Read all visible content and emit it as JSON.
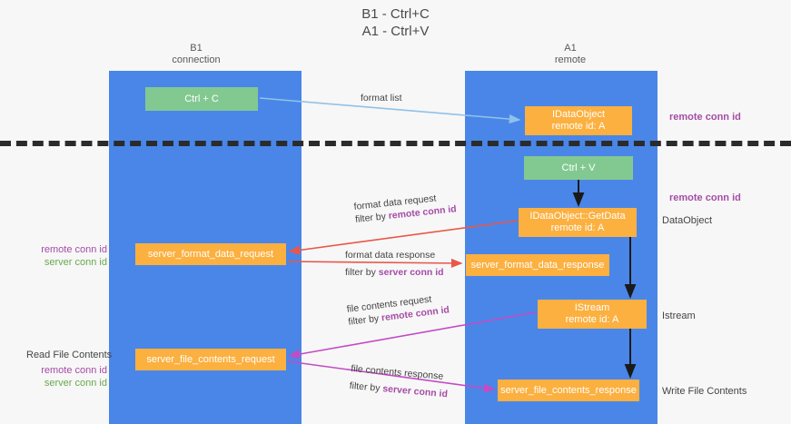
{
  "title": {
    "line1": "B1 - Ctrl+C",
    "line2": "A1 - Ctrl+V"
  },
  "columns": [
    {
      "name": "B1",
      "sub": "connection"
    },
    {
      "name": "A1",
      "sub": "remote"
    }
  ],
  "nodes": {
    "ctrl_c": {
      "label": "Ctrl + C",
      "color": "#82c991"
    },
    "ctrl_v": {
      "label": "Ctrl + V",
      "color": "#82c991"
    },
    "idataobject": {
      "label": "IDataObject",
      "sub": "remote id: A",
      "color": "#fbb040"
    },
    "getdata": {
      "label": "IDataObject::GetData",
      "sub": "remote id: A",
      "color": "#fbb040"
    },
    "istream": {
      "label": "IStream",
      "sub": "remote id: A",
      "color": "#fbb040"
    },
    "server_format_data_request": {
      "label": "server_format_data_request",
      "color": "#fbb040"
    },
    "server_format_data_response": {
      "label": "server_format_data_response",
      "color": "#fbb040"
    },
    "server_file_contents_request": {
      "label": "server_file_contents_request",
      "color": "#fbb040"
    },
    "server_file_contents_response": {
      "label": "server_file_contents_response",
      "color": "#fbb040"
    }
  },
  "edge_labels": {
    "format_list": "format list",
    "format_data_request": "format data request",
    "format_data_request_filter_prefix": "filter by ",
    "format_data_request_filter_key": "remote conn id",
    "format_data_response": "format data response",
    "format_data_response_filter_prefix": "filter by ",
    "format_data_response_filter_key": "server conn id",
    "file_contents_request": "file contents request",
    "file_contents_request_filter_prefix": "filter by ",
    "file_contents_request_filter_key": "remote conn id",
    "file_contents_response": "file contents response",
    "file_contents_response_filter_prefix": "filter by ",
    "file_contents_response_filter_key": "server conn id"
  },
  "right_labels": {
    "remote_conn_id_top": "remote conn id",
    "remote_conn_id_mid": "remote conn id",
    "dataobject": "DataObject",
    "istream": "Istream",
    "write_file_contents": "Write File Contents"
  },
  "left_labels": {
    "remote_conn_id_1": "remote conn id",
    "server_conn_id_1": "server conn id",
    "read_file_contents": "Read File Contents",
    "remote_conn_id_2": "remote conn id",
    "server_conn_id_2": "server conn id"
  },
  "colors": {
    "lane": "#4a86e8",
    "green_node": "#82c991",
    "orange_node": "#fbb040",
    "purple_text": "#a64ca6",
    "green_text": "#6aa84f",
    "divider": "#2b2b2b",
    "arrow_light_blue": "#8fc2e8",
    "arrow_red": "#e8574a",
    "arrow_magenta": "#c44bc4",
    "arrow_black": "#1a1a1a",
    "background": "#f7f7f7"
  },
  "chart_data": {
    "type": "diagram",
    "flows": [
      {
        "from": "Ctrl + C",
        "to": "IDataObject",
        "label": "format list",
        "color": "#8fc2e8"
      },
      {
        "from": "IDataObject::GetData",
        "to": "server_format_data_request",
        "label": "format data request / filter by remote conn id",
        "color": "#e8574a"
      },
      {
        "from": "server_format_data_request",
        "to": "server_format_data_response",
        "label": "format data response / filter by server conn id",
        "color": "#e8574a"
      },
      {
        "from": "IStream",
        "to": "server_file_contents_request",
        "label": "file contents request / filter by remote conn id",
        "color": "#c44bc4"
      },
      {
        "from": "server_file_contents_request",
        "to": "server_file_contents_response",
        "label": "file contents response / filter by server conn id",
        "color": "#c44bc4"
      },
      {
        "from": "Ctrl + V",
        "to": "IDataObject::GetData",
        "label": "",
        "color": "#1a1a1a"
      },
      {
        "from": "IDataObject::GetData",
        "to": "IStream",
        "label": "",
        "color": "#1a1a1a"
      },
      {
        "from": "IStream",
        "to": "server_file_contents_response",
        "label": "",
        "color": "#1a1a1a"
      }
    ]
  }
}
